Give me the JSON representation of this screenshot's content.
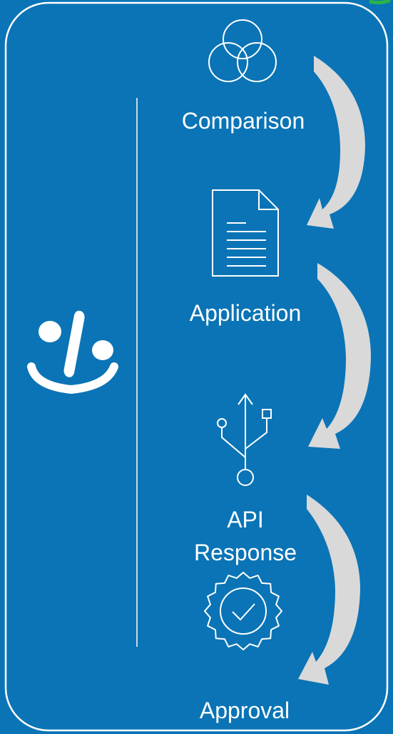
{
  "colors": {
    "background": "#0a74b6",
    "panel_border": "#ffffff",
    "arrow_fill": "#d9d9d9",
    "corner_accent": "#2bb34a",
    "text": "#ffffff"
  },
  "logo": {
    "icon": "smiley-percent-logo-icon"
  },
  "steps": [
    {
      "icon": "venn-diagram-icon",
      "label_lines": [
        "Comparison"
      ]
    },
    {
      "icon": "document-icon",
      "label_lines": [
        "Application"
      ]
    },
    {
      "icon": "usb-icon",
      "label_lines": [
        "API",
        "Response"
      ]
    },
    {
      "icon": "approval-badge-icon",
      "label_lines": [
        "Approval"
      ]
    }
  ],
  "arrows": [
    {
      "icon": "curved-arrow-icon",
      "from": "Comparison",
      "to": "Application"
    },
    {
      "icon": "curved-arrow-icon",
      "from": "Application",
      "to": "API Response"
    },
    {
      "icon": "curved-arrow-icon",
      "from": "API Response",
      "to": "Approval"
    }
  ]
}
